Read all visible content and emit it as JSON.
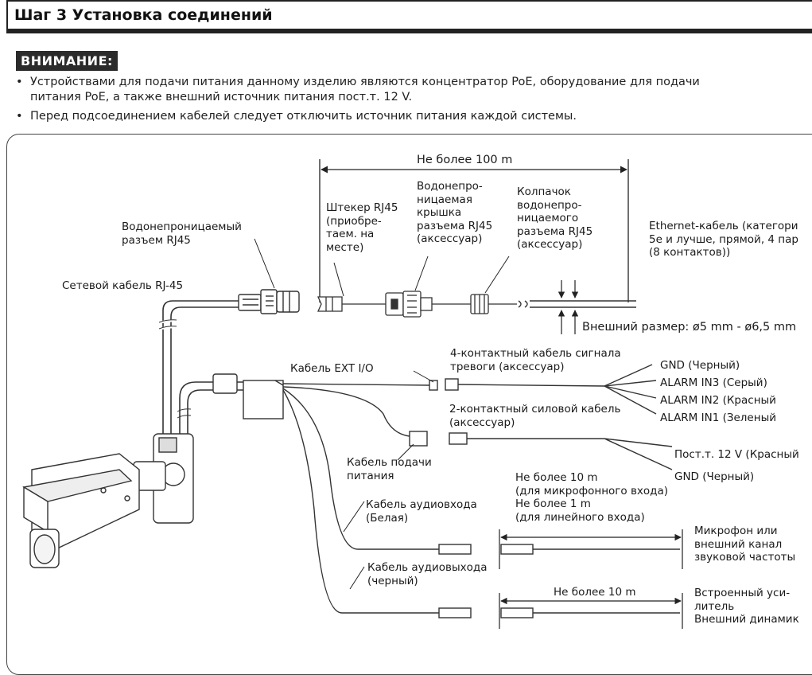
{
  "header": {
    "title": "Шаг 3 Установка соединений"
  },
  "warning": {
    "badge": "ВНИМАНИЕ:",
    "bullet_char": "•",
    "items": [
      [
        "Устройствами для подачи питания данному изделию являются концентратор PoE, оборудование для подачи",
        "питания PoE, а также внешний источник питания пост.т. 12 V."
      ],
      [
        "Перед подсоединением кабелей следует отключить источник питания каждой системы."
      ]
    ]
  },
  "diagram": {
    "max_100m": "Не более 100 m",
    "rj45_plug": [
      "Штекер RJ45",
      "(приобре-",
      "таем. на",
      "месте)"
    ],
    "waterproof_cover": [
      "Водонепро-",
      "ницаемая",
      "крышка",
      "разъема RJ45",
      "(аксессуар)"
    ],
    "waterproof_cap": [
      "Колпачок",
      "водонепро-",
      "ницаемого",
      "разъема RJ45",
      "(аксессуар)"
    ],
    "ethernet_cable": [
      "Ethernet-кабель (категори",
      "5e и лучше, прямой, 4 пар",
      "(8 контактов))"
    ],
    "waterproof_connector": [
      "Водонепроницаемый",
      "разъем RJ45"
    ],
    "network_cable": "Сетевой кабель RJ-45",
    "outer_size": "Внешний размер: ø5 mm - ø6,5 mm",
    "ext_io": "Кабель EXT I/O",
    "alarm_cable": [
      "4-контактный кабель сигнала",
      "тревоги (аксессуар)"
    ],
    "alarm_wires": [
      "GND (Черный)",
      "ALARM IN3 (Серый)",
      "ALARM IN2 (Красный",
      "ALARM IN1 (Зеленый"
    ],
    "power_cable_2pin": [
      "2-контактный силовой кабель",
      "(аксессуар)"
    ],
    "power_wires": [
      "Пост.т. 12 V (Красный",
      "GND (Черный)"
    ],
    "power_supply_cable": [
      "Кабель подачи",
      "питания"
    ],
    "mic_length": [
      "Не более 10 m",
      "(для микрофонного входа)",
      "Не более 1 m",
      "(для линейного входа)"
    ],
    "mic_target": [
      "Микрофон или",
      "внешний канал",
      "звуковой частоты"
    ],
    "audio_in": [
      "Кабель аудиовхода",
      "(Белая)"
    ],
    "audio_out": [
      "Кабель аудиовыхода",
      "(черный)"
    ],
    "spk_length": "Не более 10 m",
    "spk_target": [
      "Встроенный уси-",
      "литель",
      "Внешний динамик"
    ]
  }
}
